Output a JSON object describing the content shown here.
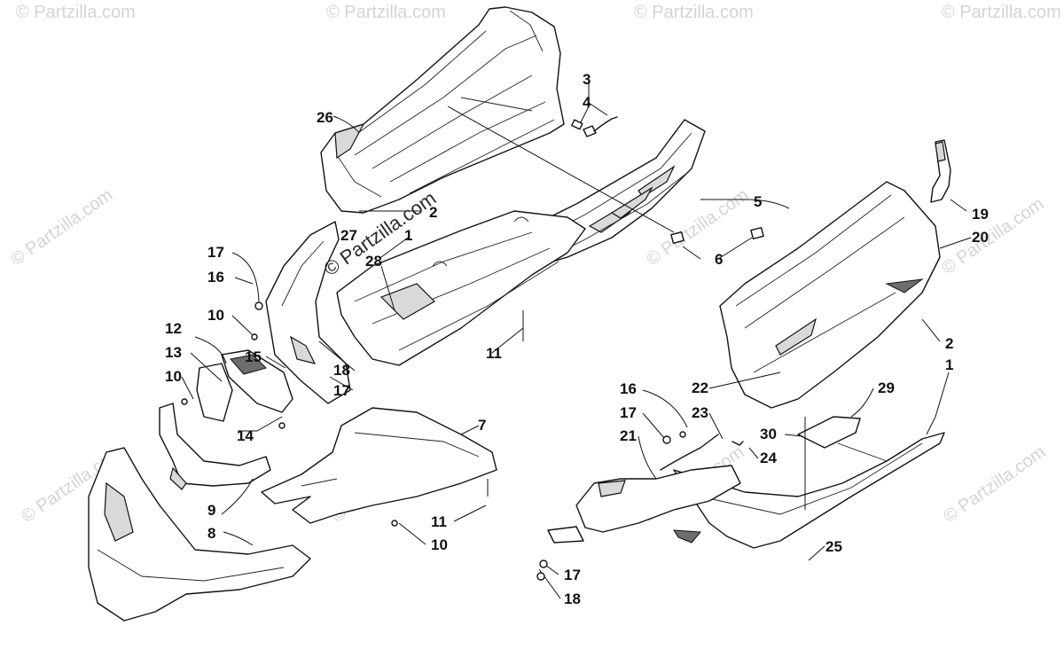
{
  "watermark": {
    "text": "© Partzilla.com",
    "overlay_text": "© Partzilla.com"
  },
  "callouts": [
    {
      "id": "c26",
      "label": "26"
    },
    {
      "id": "c3",
      "label": "3"
    },
    {
      "id": "c4",
      "label": "4"
    },
    {
      "id": "c2a",
      "label": "2"
    },
    {
      "id": "c1a",
      "label": "1"
    },
    {
      "id": "c28",
      "label": "28"
    },
    {
      "id": "c27",
      "label": "27"
    },
    {
      "id": "c5",
      "label": "5"
    },
    {
      "id": "c6",
      "label": "6"
    },
    {
      "id": "c19",
      "label": "19"
    },
    {
      "id": "c20",
      "label": "20"
    },
    {
      "id": "c2b",
      "label": "2"
    },
    {
      "id": "c1b",
      "label": "1"
    },
    {
      "id": "c17a",
      "label": "17"
    },
    {
      "id": "c16a",
      "label": "16"
    },
    {
      "id": "c10a",
      "label": "10"
    },
    {
      "id": "c12",
      "label": "12"
    },
    {
      "id": "c13",
      "label": "13"
    },
    {
      "id": "c15",
      "label": "15"
    },
    {
      "id": "c10b",
      "label": "10"
    },
    {
      "id": "c14",
      "label": "14"
    },
    {
      "id": "c18a",
      "label": "18"
    },
    {
      "id": "c17b",
      "label": "17"
    },
    {
      "id": "c11a",
      "label": "11"
    },
    {
      "id": "c7",
      "label": "7"
    },
    {
      "id": "c9",
      "label": "9"
    },
    {
      "id": "c8",
      "label": "8"
    },
    {
      "id": "c11b",
      "label": "11"
    },
    {
      "id": "c10c",
      "label": "10"
    },
    {
      "id": "c22",
      "label": "22"
    },
    {
      "id": "c16b",
      "label": "16"
    },
    {
      "id": "c17c",
      "label": "17"
    },
    {
      "id": "c23",
      "label": "23"
    },
    {
      "id": "c21",
      "label": "21"
    },
    {
      "id": "c24",
      "label": "24"
    },
    {
      "id": "c29",
      "label": "29"
    },
    {
      "id": "c30",
      "label": "30"
    },
    {
      "id": "c25",
      "label": "25"
    },
    {
      "id": "c17d",
      "label": "17"
    },
    {
      "id": "c18b",
      "label": "18"
    }
  ]
}
